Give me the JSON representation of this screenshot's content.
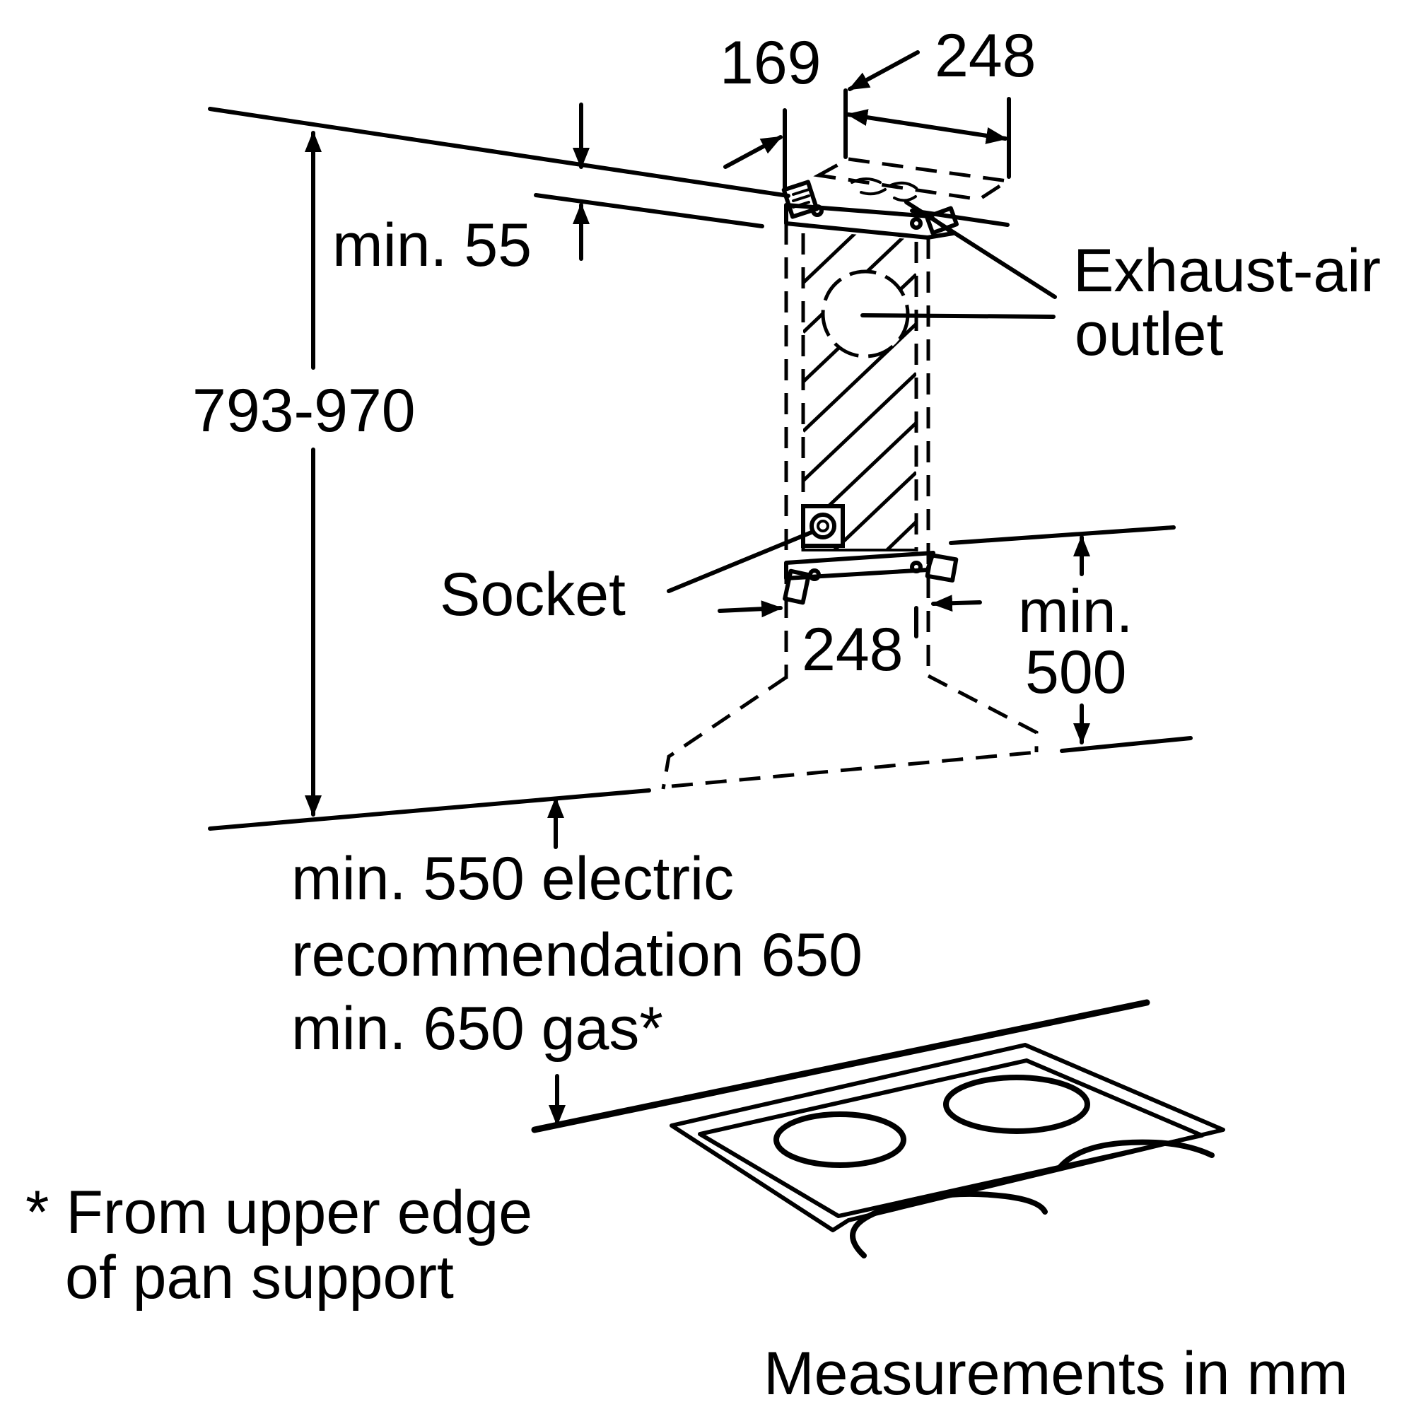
{
  "dimensions": {
    "depth_top": "169",
    "width_top": "248",
    "width_chimney": "248",
    "ceiling_gap": "min. 55",
    "overall_height": "793-970",
    "hood_gap_line1": "min.",
    "hood_gap_line2": "500"
  },
  "labels": {
    "exhaust_line1": "Exhaust-air",
    "exhaust_line2": "outlet",
    "socket": "Socket"
  },
  "clearance": {
    "line1": "min. 550 electric",
    "line2": "recommendation 650",
    "line3": "min. 650 gas*"
  },
  "footnote": {
    "line1": "* From upper edge",
    "line2": "of pan support"
  },
  "caption": "Measurements in mm"
}
